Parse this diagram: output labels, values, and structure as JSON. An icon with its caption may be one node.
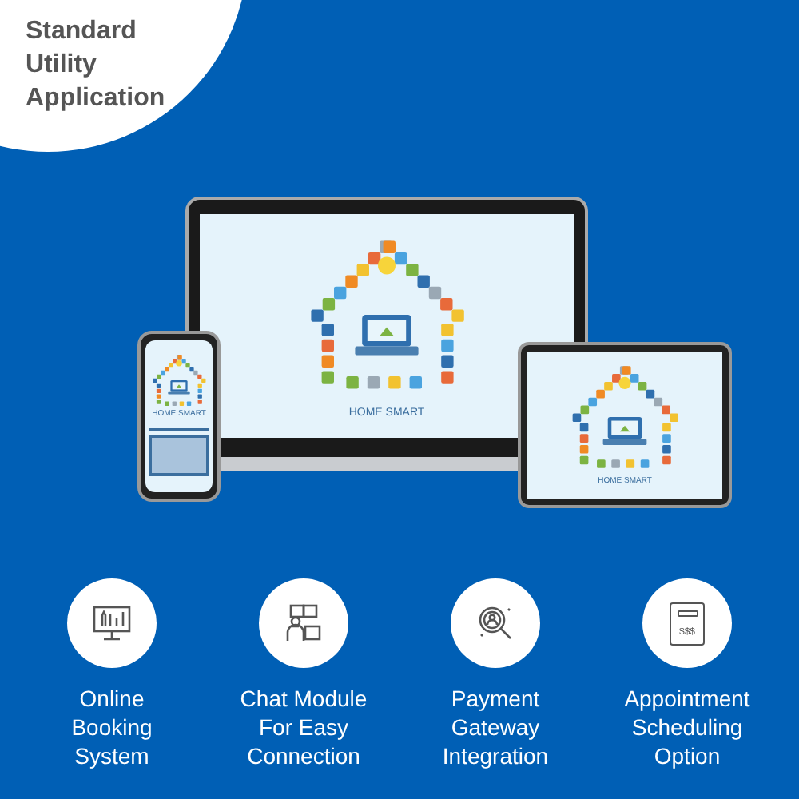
{
  "diagram": {
    "title": "Standard Utility Application",
    "nodes": [
      {
        "text": [
          "Online Booking System"
        ]
      },
      {
        "text": [
          "Chat Module For Easy Connection"
        ]
      },
      {
        "text": [
          "Payment Gateway Integration"
        ]
      },
      {
        "text": [
          "Appointment Scheduling Option"
        ]
      }
    ],
    "labels": [
      "HOME SMART",
      "HOME SMART",
      "HOME SMART",
      "$$$"
    ]
  }
}
